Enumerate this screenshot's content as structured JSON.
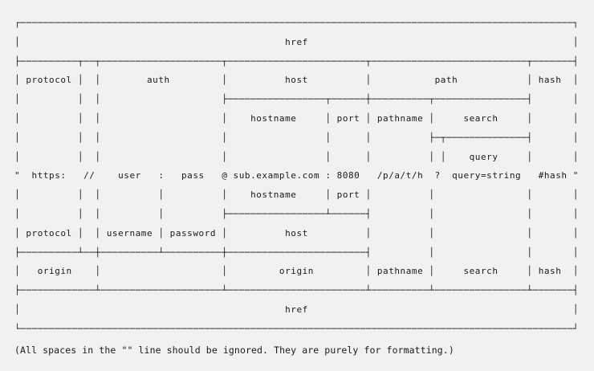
{
  "colors": {
    "background": "#f1f1f0",
    "text": "#1a1a1a"
  },
  "diagram": {
    "title_semantic": "node-js-url-structure-diagram",
    "lines": [
      "┌────────────────────────────────────────────────────────────────────────────────────────────────┐",
      "│                                              href                                              │",
      "├──────────┬──┬─────────────────────┬────────────────────────┬───────────────────────────┬───────┤",
      "│ protocol │  │        auth         │          host          │           path            │ hash  │",
      "│          │  │                     ├─────────────────┬──────┼──────────┬────────────────┤       │",
      "│          │  │                     │    hostname     │ port │ pathname │     search     │       │",
      "│          │  │                     │                 │      │          ├─┬──────────────┤       │",
      "│          │  │                     │                 │      │          │ │    query     │       │",
      "\"  https:   //    user   :   pass   @ sub.example.com : 8080   /p/a/t/h  ?  query=string   #hash \"",
      "│          │  │          │          │    hostname     │ port │          │                │       │",
      "│          │  │          │          ├─────────────────┴──────┤          │                │       │",
      "│ protocol │  │ username │ password │          host          │          │                │       │",
      "├──────────┴──┼──────────┴──────────┼────────────────────────┤          │                │       │",
      "│   origin    │                     │         origin         │ pathname │     search     │ hash  │",
      "├─────────────┴─────────────────────┴────────────────────────┴──────────┴────────────────┴───────┤",
      "│                                              href                                              │",
      "└────────────────────────────────────────────────────────────────────────────────────────────────┘"
    ],
    "note": "(All spaces in the \"\" line should be ignored. They are purely for formatting.)",
    "field_labels": [
      "href",
      "protocol",
      "auth",
      "host",
      "path",
      "hash",
      "hostname",
      "port",
      "pathname",
      "search",
      "query",
      "username",
      "password",
      "origin"
    ],
    "example_tokens": {
      "opening_quote": "\"",
      "protocol": "https:",
      "slashes": "//",
      "username": "user",
      "auth_separator": ":",
      "password": "pass",
      "at_sign": "@",
      "hostname": "sub.example.com",
      "port_separator": ":",
      "port": "8080",
      "pathname": "/p/a/t/h",
      "question_mark": "?",
      "query": "query=string",
      "hash": "#hash",
      "closing_quote": "\""
    }
  }
}
